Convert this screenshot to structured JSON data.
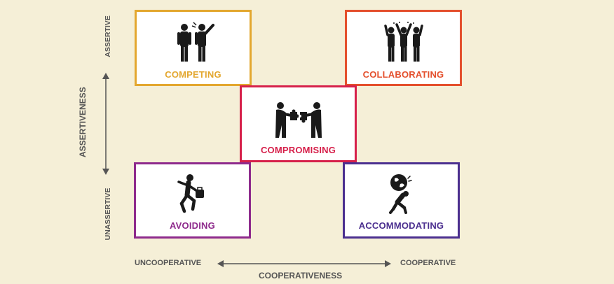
{
  "axes": {
    "y_title": "ASSERTIVENESS",
    "y_top": "ASSERTIVE",
    "y_bottom": "UNASSERTIVE",
    "x_title": "COOPERATIVENESS",
    "x_left": "UNCOOPERATIVE",
    "x_right": "COOPERATIVE"
  },
  "modes": {
    "competing": {
      "label": "COMPETING",
      "color": "#e3a72f",
      "icon": "pointing-people-icon"
    },
    "collaborating": {
      "label": "COLLABORATING",
      "color": "#e4502d",
      "icon": "cheering-group-icon"
    },
    "compromising": {
      "label": "COMPROMISING",
      "color": "#d6204a",
      "icon": "puzzle-people-icon"
    },
    "avoiding": {
      "label": "AVOIDING",
      "color": "#8e2a8c",
      "icon": "running-person-icon"
    },
    "accommodating": {
      "label": "ACCOMMODATING",
      "color": "#4b2f8f",
      "icon": "carrying-globe-icon"
    }
  }
}
